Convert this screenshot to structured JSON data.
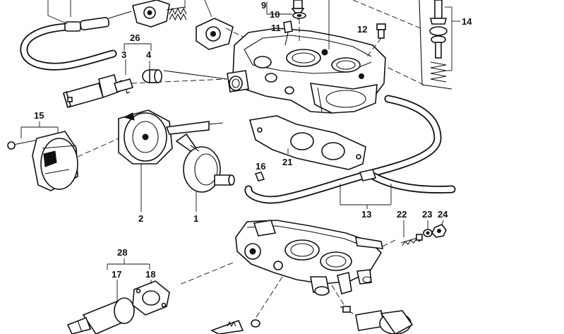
{
  "callouts": {
    "p1": "1",
    "p2": "2",
    "p3": "3",
    "p4": "4",
    "p9": "9",
    "p10": "10",
    "p11": "11",
    "p12": "12",
    "p13": "13",
    "p14": "14",
    "p15": "15",
    "p16": "16",
    "p17": "17",
    "p18": "18",
    "p21": "21",
    "p22": "22",
    "p23": "23",
    "p24": "24",
    "p26": "26",
    "p28": "28"
  },
  "colors": {
    "ink": "#111111",
    "paper": "#ffffff"
  }
}
